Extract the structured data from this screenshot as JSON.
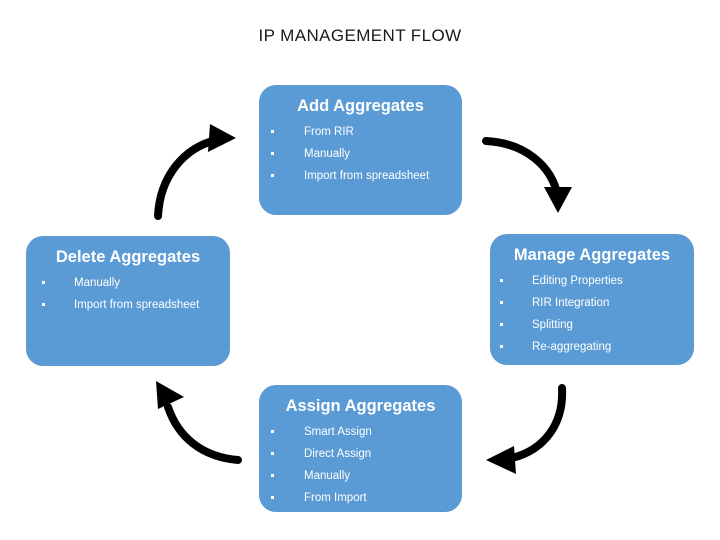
{
  "title": "IP MANAGEMENT FLOW",
  "colors": {
    "node_fill": "#5b9bd5",
    "node_text": "#ffffff",
    "arrow": "#000000",
    "background": "#ffffff",
    "title_text": "#1a1a1a"
  },
  "nodes": [
    {
      "id": "add",
      "title": "Add Aggregates",
      "bullets": [
        "From RIR",
        "Manually",
        "Import from spreadsheet"
      ]
    },
    {
      "id": "manage",
      "title": "Manage Aggregates",
      "bullets": [
        "Editing Properties",
        "RIR Integration",
        "Splitting",
        "Re-aggregating"
      ]
    },
    {
      "id": "assign",
      "title": "Assign Aggregates",
      "bullets": [
        "Smart Assign",
        "Direct Assign",
        "Manually",
        "From Import"
      ]
    },
    {
      "id": "delete",
      "title": "Delete Aggregates",
      "bullets": [
        "Manually",
        "Import from spreadsheet"
      ]
    }
  ],
  "arrows": [
    {
      "id": "add-to-manage",
      "from": "Add Aggregates",
      "to": "Manage Aggregates",
      "direction": "down-right"
    },
    {
      "id": "manage-to-assign",
      "from": "Manage Aggregates",
      "to": "Assign Aggregates",
      "direction": "down-left"
    },
    {
      "id": "assign-to-delete",
      "from": "Assign Aggregates",
      "to": "Delete Aggregates",
      "direction": "up-left"
    },
    {
      "id": "delete-to-add",
      "from": "Delete Aggregates",
      "to": "Add Aggregates",
      "direction": "up-right"
    }
  ]
}
